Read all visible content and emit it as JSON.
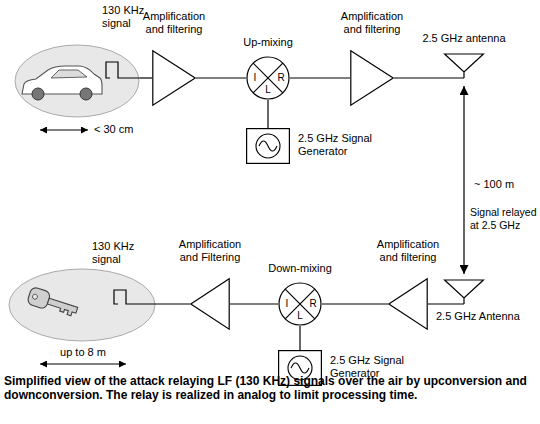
{
  "diagram": {
    "caption": "Simplified view of the attack relaying LF (130 KHz) signals over the air by upconversion and downconversion. The relay is realized in analog to limit processing time.",
    "nodes": [
      {
        "text": [
          "130 KHz signal"
        ]
      },
      {
        "text": [
          "Amplification and filtering"
        ]
      },
      {
        "text": [
          "Up-mixing",
          "I",
          "R",
          "L"
        ]
      },
      {
        "text": [
          "2.5 GHz Signal Generator"
        ]
      },
      {
        "text": [
          "Amplification and filtering"
        ]
      },
      {
        "text": [
          "2.5 GHz antenna"
        ]
      },
      {
        "text": [
          "2.5 GHz Antenna"
        ]
      },
      {
        "text": [
          "Amplification and filtering"
        ]
      },
      {
        "text": [
          "Down-mixing",
          "I",
          "R",
          "L"
        ]
      },
      {
        "text": [
          "2.5 GHz Signal Generator"
        ]
      },
      {
        "text": [
          "Amplification and Filtering"
        ]
      },
      {
        "text": [
          "130 KHz signal"
        ]
      }
    ],
    "edges": [
      {
        "from": 0,
        "to": 1,
        "arrow": "none"
      },
      {
        "from": 1,
        "to": 2,
        "arrow": "none"
      },
      {
        "from": 3,
        "to": 2,
        "arrow": "none"
      },
      {
        "from": 2,
        "to": 4,
        "arrow": "none"
      },
      {
        "from": 4,
        "to": 5,
        "arrow": "none"
      },
      {
        "from": 5,
        "to": 6,
        "label": "~ 100 m",
        "arrow": "both"
      },
      {
        "from": 6,
        "to": 7,
        "arrow": "none"
      },
      {
        "from": 7,
        "to": 8,
        "arrow": "none"
      },
      {
        "from": 9,
        "to": 8,
        "arrow": "none"
      },
      {
        "from": 8,
        "to": 10,
        "arrow": "none"
      },
      {
        "from": 10,
        "to": 11,
        "arrow": "none"
      }
    ],
    "labels": [
      "< 30 cm",
      "Signal relayed at 2.5 GHz",
      "up to 8 m"
    ]
  }
}
